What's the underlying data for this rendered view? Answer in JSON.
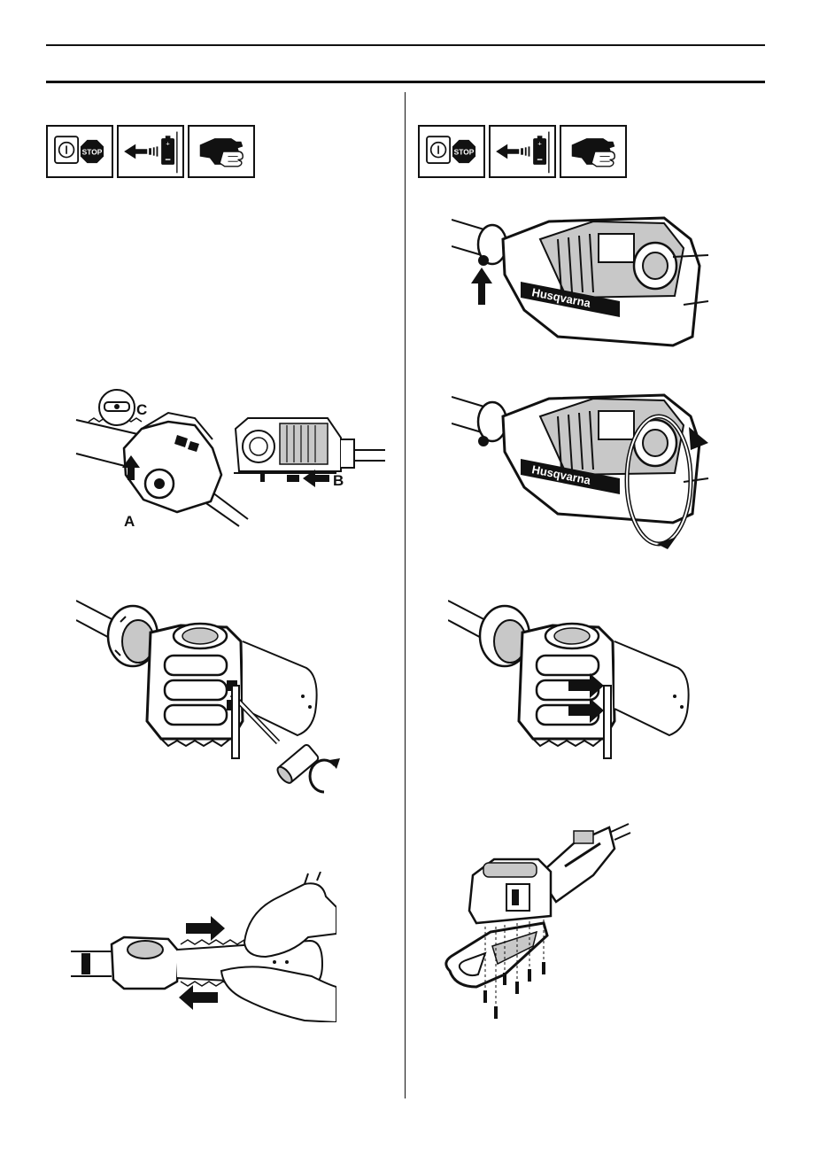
{
  "safety_icons": {
    "stop_label": "STOP",
    "items": [
      "stop-switch-icon",
      "remove-battery-icon",
      "wear-gloves-icon"
    ]
  },
  "figure_labels": {
    "a": "A",
    "b": "B",
    "c": "C"
  },
  "brand": "Husqvarna",
  "colors": {
    "ink": "#111111",
    "paper": "#ffffff",
    "shade": "#c8c8c8"
  }
}
